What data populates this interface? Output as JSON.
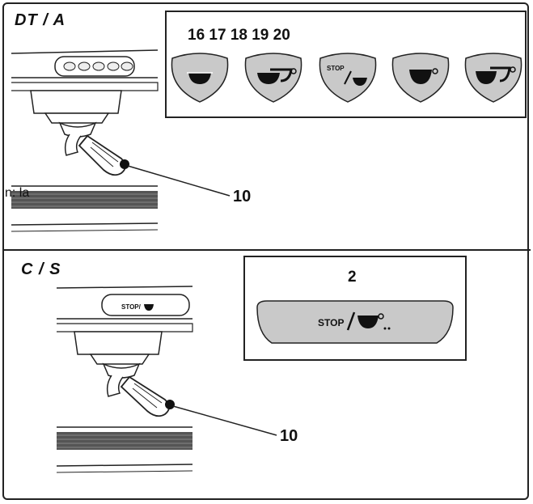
{
  "panel_top": {
    "title": "DT / A",
    "button_numbers": "16 17 18 19 20",
    "stop_label": "STOP",
    "group_callout": "10",
    "stray_text": "n: la"
  },
  "panel_bottom": {
    "title": "C / S",
    "button_number": "2",
    "stop_label": "STOP",
    "group_callout": "10"
  },
  "colors": {
    "button_fill": "#c9c9c9",
    "line": "#222222",
    "grille": "#555555"
  }
}
